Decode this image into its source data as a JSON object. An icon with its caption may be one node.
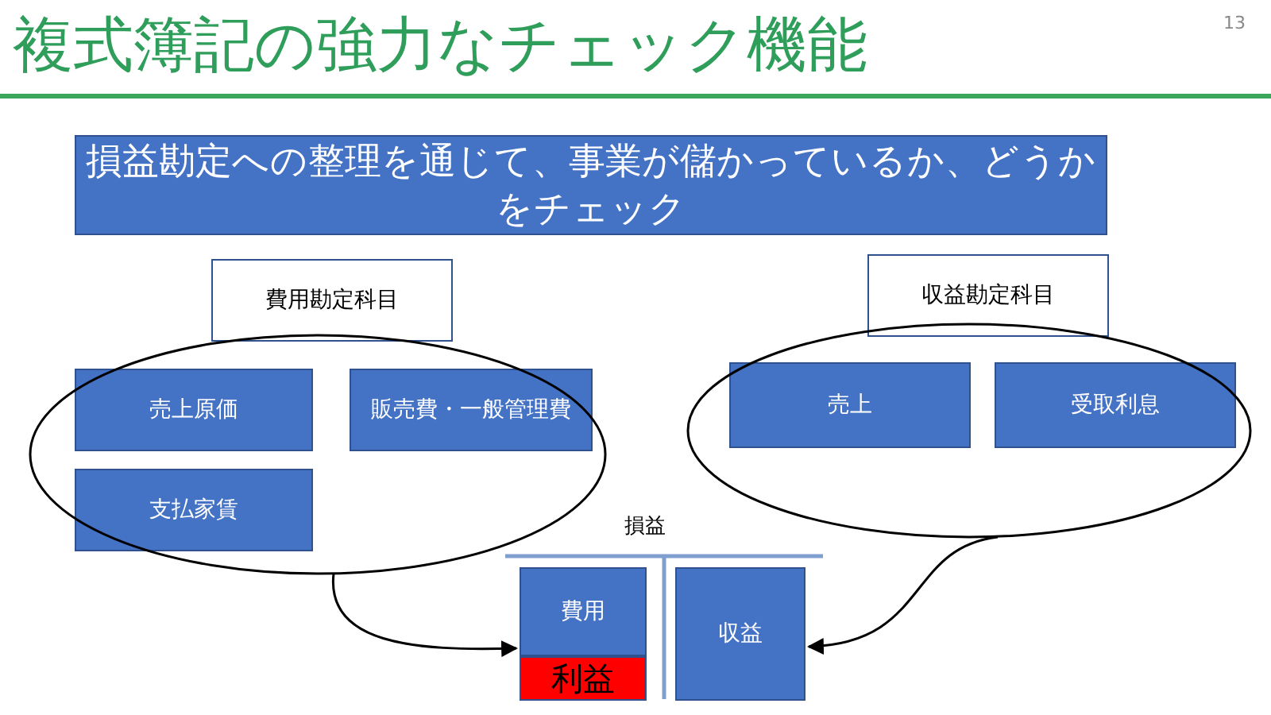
{
  "diagram": {
    "title": "複式簿記の強力なチェック機能",
    "nodes": [
      {
        "text": [
          "損益勘定への整理を通じて、事業が儲かっているか、どうかをチェック"
        ]
      },
      {
        "text": [
          "費用勘定科目"
        ]
      },
      {
        "text": [
          "収益勘定科目"
        ]
      },
      {
        "text": [],
        "shape": "ellipse"
      },
      {
        "text": [
          "売上原価"
        ],
        "in": 3
      },
      {
        "text": [
          "販売費・一般管理費"
        ],
        "in": 3
      },
      {
        "text": [
          "支払家賃"
        ],
        "in": 3
      },
      {
        "text": [],
        "shape": "ellipse"
      },
      {
        "text": [
          "売上"
        ],
        "in": 7
      },
      {
        "text": [
          "受取利息"
        ],
        "in": 7
      },
      {
        "text": [
          "費用"
        ]
      },
      {
        "text": [
          "利益"
        ]
      },
      {
        "text": [
          "収益"
        ]
      }
    ],
    "edges": [
      {
        "from": 3,
        "to": 10,
        "arrow": "to"
      },
      {
        "from": 7,
        "to": 12,
        "arrow": "to"
      }
    ],
    "labels": [
      "13",
      "損益"
    ]
  }
}
